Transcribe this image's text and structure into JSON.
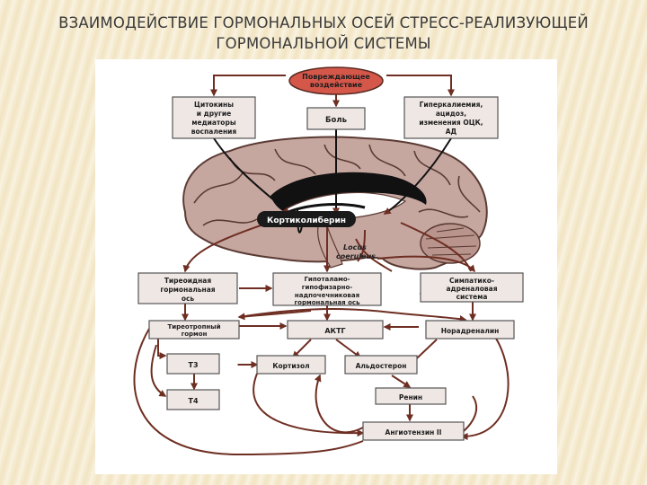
{
  "slide": {
    "title_line1": "ВЗАИМОДЕЙСТВИЕ ГОРМОНАЛЬНЫХ ОСЕЙ СТРЕСС-РЕАЛИЗУЮЩЕЙ",
    "title_line2": "ГОРМОНАЛЬНОЙ СИСТЕМЫ"
  },
  "diagram": {
    "top_node": [
      "Повреждающее",
      "воздействие"
    ],
    "cytokines": [
      "Цитокины",
      "и другие",
      "медиаторы",
      "воспаления"
    ],
    "pain": [
      "Боль"
    ],
    "hyperkalemia": [
      "Гиперкалиемия,",
      "ацидоз,",
      "изменения ОЦК,",
      "АД"
    ],
    "crh": "Кортиколиберин",
    "locus": [
      "Locus",
      "coeruleus"
    ],
    "thyroid_axis": [
      "Тиреоидная",
      "гормональная",
      "ось"
    ],
    "hpa_axis": [
      "Гипоталамо-",
      "гипофизарно-",
      "надпочечниковая",
      "гормональная ось"
    ],
    "sympathoadrenal": [
      "Симпатико-",
      "адреналовая",
      "система"
    ],
    "tsh": [
      "Тиреотропный",
      "гормон"
    ],
    "acth": "АКТГ",
    "norepinephrine": "Норадреналин",
    "t3": "Т3",
    "t4": "Т4",
    "cortisol": "Кортизол",
    "aldosterone": "Альдостерон",
    "renin": "Ренин",
    "angiotensin": "Ангиотензин II"
  },
  "colors": {
    "box_fill": "#efe7e4",
    "top_node_fill": "#d4574a",
    "arrow": "#6e2e22",
    "brain": "#c6a7a0"
  }
}
